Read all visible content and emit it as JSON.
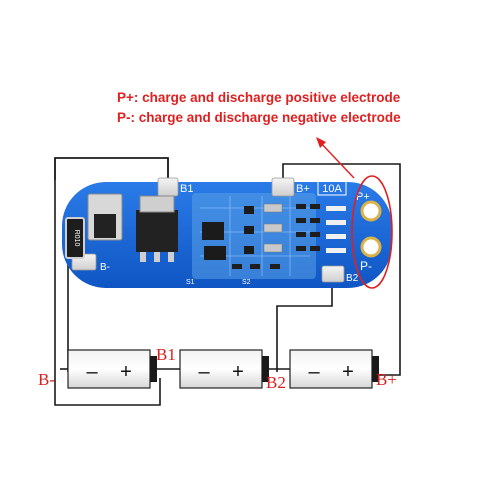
{
  "annotation": {
    "line1": "P+: charge and discharge positive electrode",
    "line2": "P-: charge and discharge negative electrode",
    "color": "#e02020"
  },
  "board": {
    "label_b1": "B1",
    "label_b_plus": "B+",
    "label_b_minus": "B-",
    "label_b2": "B2",
    "label_p_plus": "P+",
    "label_p_minus": "P-",
    "label_rating": "10A",
    "label_s1": "S1",
    "label_s2": "S2",
    "resistor_code": "R010",
    "pcb_color": "#1565d8",
    "pad_color": "#e8e8e8"
  },
  "cells": {
    "cell1": {
      "minus": "–",
      "plus": "+"
    },
    "cell2": {
      "minus": "–",
      "plus": "+"
    },
    "cell3": {
      "minus": "–",
      "plus": "+"
    }
  },
  "wire_labels": {
    "b_minus": "B-",
    "b1": "B1",
    "b2": "B2",
    "b_plus": "B+",
    "color": "#d81e1e"
  }
}
